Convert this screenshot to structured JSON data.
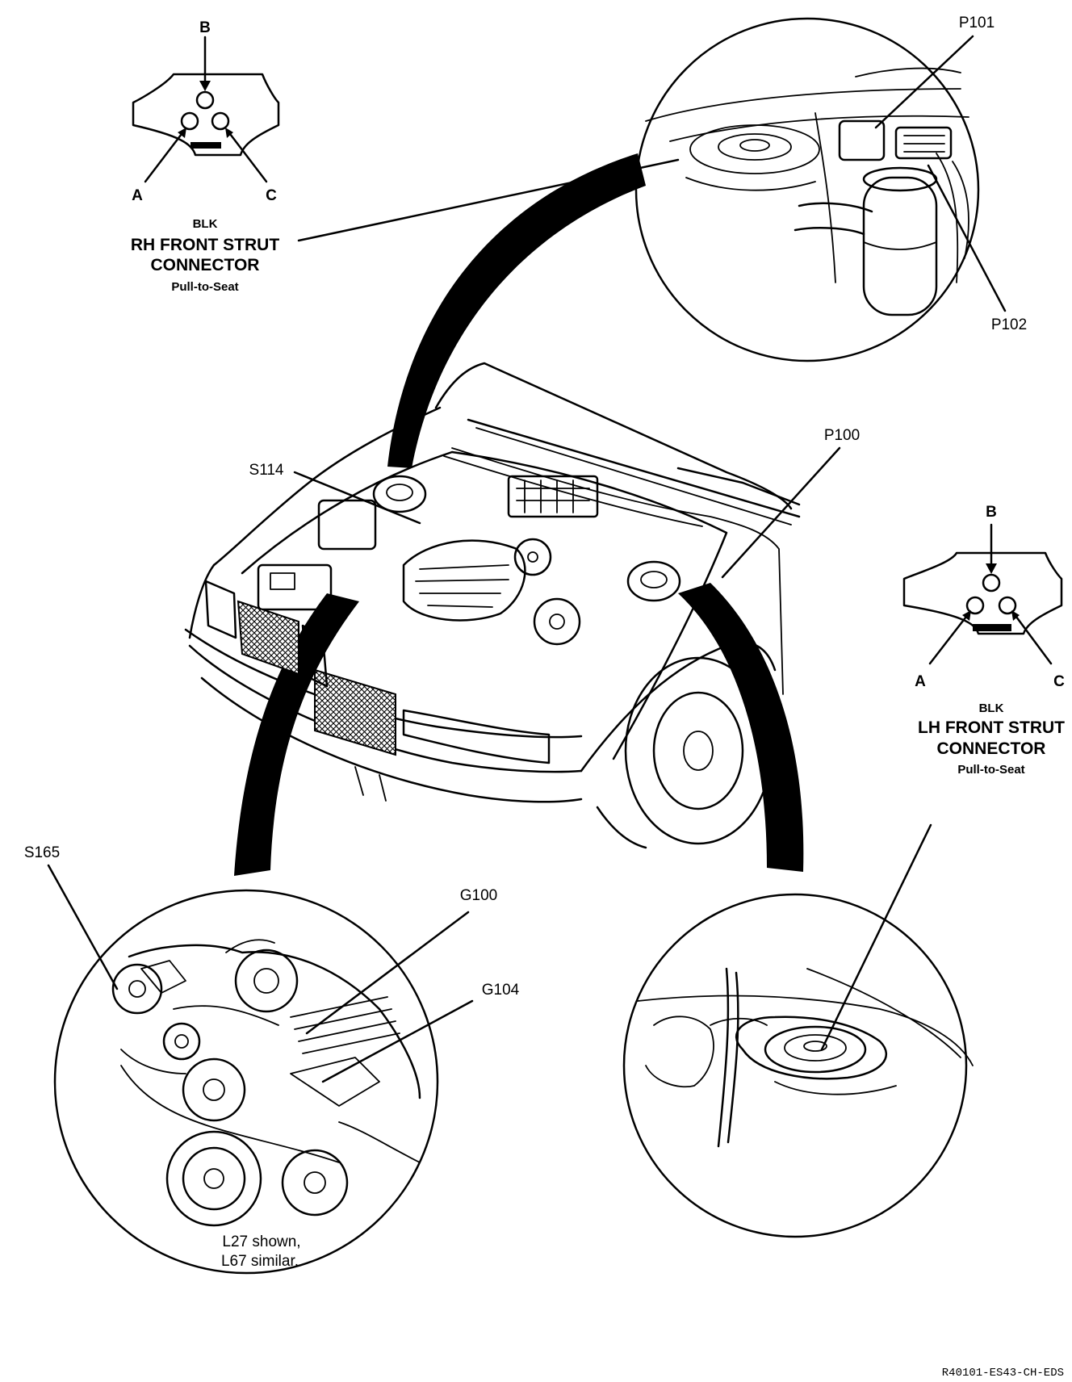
{
  "rh_connector": {
    "pins": {
      "a": "A",
      "b": "B",
      "c": "C"
    },
    "color": "BLK",
    "title_line1": "RH FRONT STRUT",
    "title_line2": "CONNECTOR",
    "subtitle": "Pull-to-Seat"
  },
  "lh_connector": {
    "pins": {
      "a": "A",
      "b": "B",
      "c": "C"
    },
    "color": "BLK",
    "title_line1": "LH FRONT STRUT",
    "title_line2": "CONNECTOR",
    "subtitle": "Pull-to-Seat"
  },
  "callouts": {
    "p101": "P101",
    "p102": "P102",
    "p100": "P100",
    "s114": "S114",
    "s165": "S165",
    "g100": "G100",
    "g104": "G104"
  },
  "engine_note": {
    "line1": "L27  shown,",
    "line2": "L67  similar."
  },
  "figure_id": "R40101-ES43-CH-EDS"
}
